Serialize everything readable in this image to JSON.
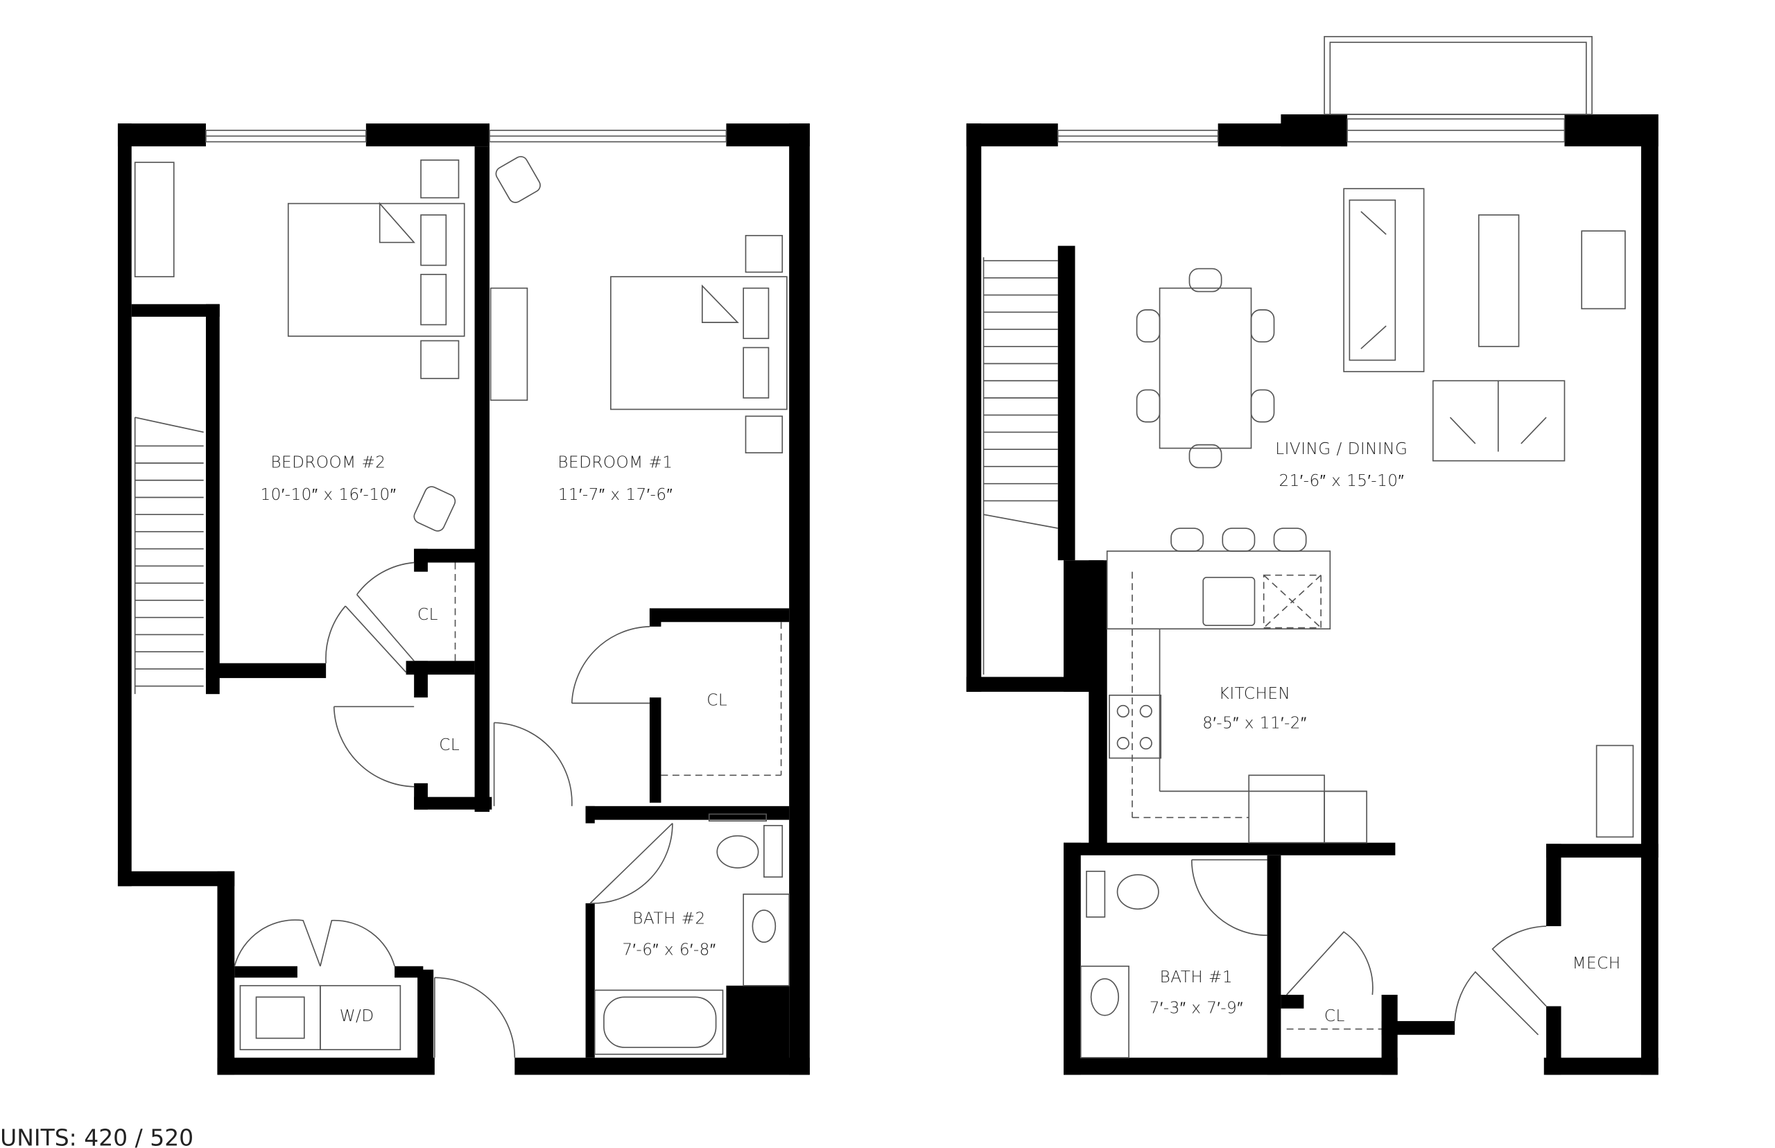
{
  "plan": {
    "units_label": "UNITS: 420 / 520",
    "left_unit": {
      "rooms": [
        {
          "name": "BEDROOM #2",
          "size": "10′-10″ x 16′-10″"
        },
        {
          "name": "BEDROOM #1",
          "size": "11′-7″ x 17′-6″"
        },
        {
          "name": "BATH #2",
          "size": "7′-6″ x 6′-8″"
        }
      ],
      "closets": [
        "CL",
        "CL",
        "CL"
      ],
      "laundry": "W/D"
    },
    "right_unit": {
      "rooms": [
        {
          "name": "LIVING / DINING",
          "size": "21′-6″ x 15′-10″"
        },
        {
          "name": "KITCHEN",
          "size": "8′-5″ x 11′-2″"
        },
        {
          "name": "BATH #1",
          "size": "7′-3″ x 7′-9″"
        }
      ],
      "closet": "CL",
      "mech": "MECH"
    },
    "colors": {
      "wall": "#000000",
      "fixture": "#555555",
      "text": "#222222"
    }
  }
}
